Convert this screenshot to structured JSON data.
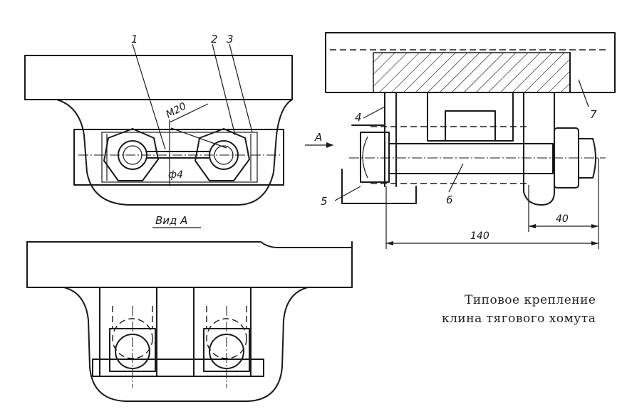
{
  "caption": {
    "line1": "Типовое крепление",
    "line2": "клина тягового хомута"
  },
  "view_label": "Вид А",
  "arrow_label": "А",
  "parts": [
    "1",
    "2",
    "3",
    "4",
    "5",
    "6",
    "7"
  ],
  "dimensions": {
    "thread": "М20",
    "hole": "ф4",
    "length_total": "140",
    "length_thread": "40"
  }
}
